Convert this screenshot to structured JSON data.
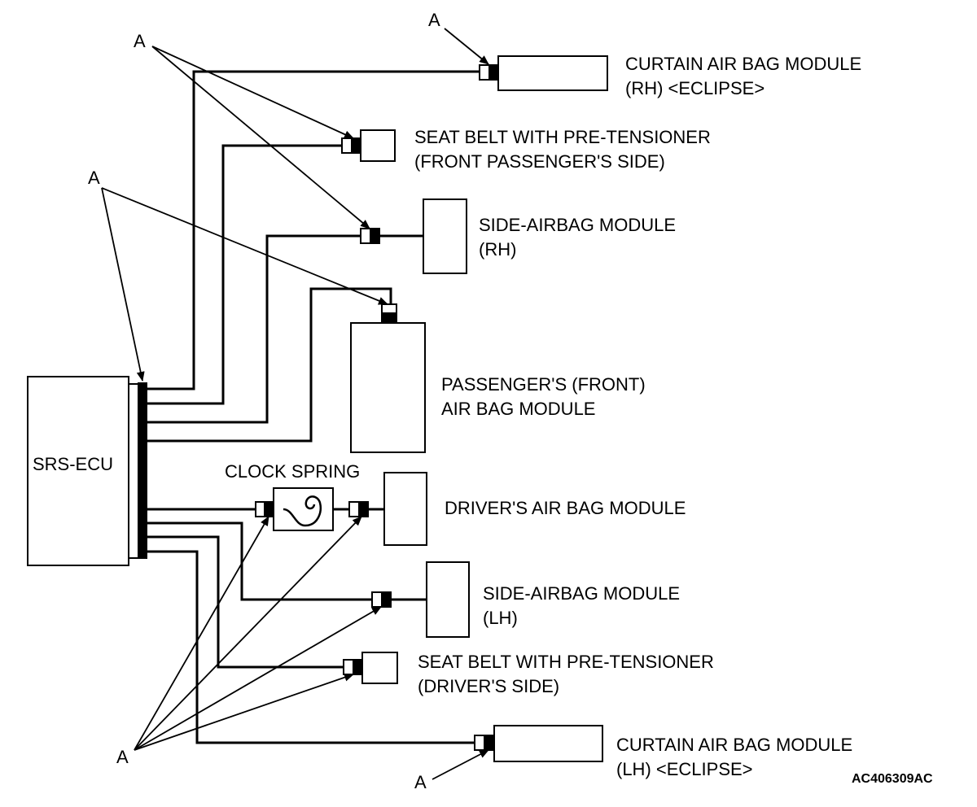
{
  "ecu_label": "SRS-ECU",
  "clock_spring_label": "CLOCK SPRING",
  "callout_letter": "A",
  "figure_code": "AC406309AC",
  "modules": {
    "curtain_rh": {
      "line1": "CURTAIN AIR BAG MODULE",
      "line2": "(RH) <ECLIPSE>"
    },
    "seatbelt_passenger": {
      "line1": "SEAT BELT WITH PRE-TENSIONER",
      "line2": "(FRONT PASSENGER'S SIDE)"
    },
    "side_rh": {
      "line1": "SIDE-AIRBAG MODULE",
      "line2": "(RH)"
    },
    "passenger_front": {
      "line1": "PASSENGER'S (FRONT)",
      "line2": "AIR BAG MODULE"
    },
    "driver": {
      "line1": "DRIVER'S AIR BAG MODULE"
    },
    "side_lh": {
      "line1": "SIDE-AIRBAG MODULE",
      "line2": "(LH)"
    },
    "seatbelt_driver": {
      "line1": "SEAT BELT WITH PRE-TENSIONER",
      "line2": "(DRIVER'S SIDE)"
    },
    "curtain_lh": {
      "line1": "CURTAIN AIR BAG MODULE",
      "line2": "(LH) <ECLIPSE>"
    }
  }
}
